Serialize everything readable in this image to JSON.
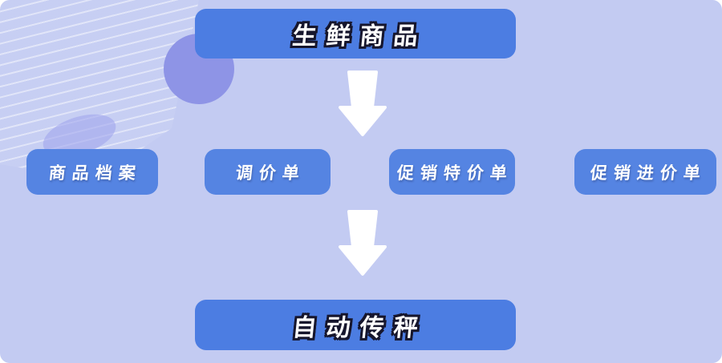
{
  "diagram": {
    "title_node": {
      "label": "生鲜商品"
    },
    "middle_nodes": [
      {
        "label": "商品档案"
      },
      {
        "label": "调价单"
      },
      {
        "label": "促销特价单"
      },
      {
        "label": "促销进价单"
      }
    ],
    "bottom_node": {
      "label": "自动传秤"
    },
    "connectors": [
      {
        "from": "生鲜商品",
        "to": "middle-row",
        "type": "down-arrow"
      },
      {
        "from": "middle-row",
        "to": "自动传秤",
        "type": "down-arrow"
      }
    ]
  },
  "colors": {
    "background": "#c3cbf2",
    "node_large_blue": "#4c7de2",
    "node_small_blue": "#5584e2",
    "circle_decoration": "#8e94e6",
    "arrow_white": "#ffffff",
    "text_outline": "#16162d"
  }
}
